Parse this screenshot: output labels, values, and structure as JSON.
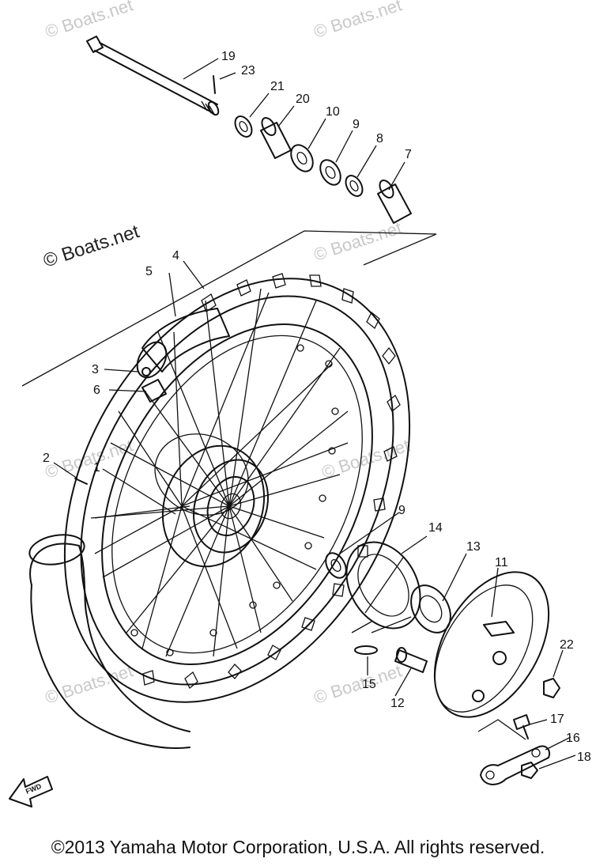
{
  "diagram": {
    "part_labels": [
      "19",
      "23",
      "21",
      "20",
      "10",
      "9",
      "8",
      "7",
      "4",
      "5",
      "3",
      "6",
      "2",
      "1",
      "9",
      "14",
      "13",
      "11",
      "22",
      "15",
      "12",
      "17",
      "16",
      "18"
    ],
    "fwd_label": "FWD"
  },
  "watermarks": {
    "text": "© Boats.net",
    "prominent": "© Boats.net"
  },
  "footer": {
    "copyright": "©2013 Yamaha Motor Corporation, U.S.A. All rights reserved."
  }
}
